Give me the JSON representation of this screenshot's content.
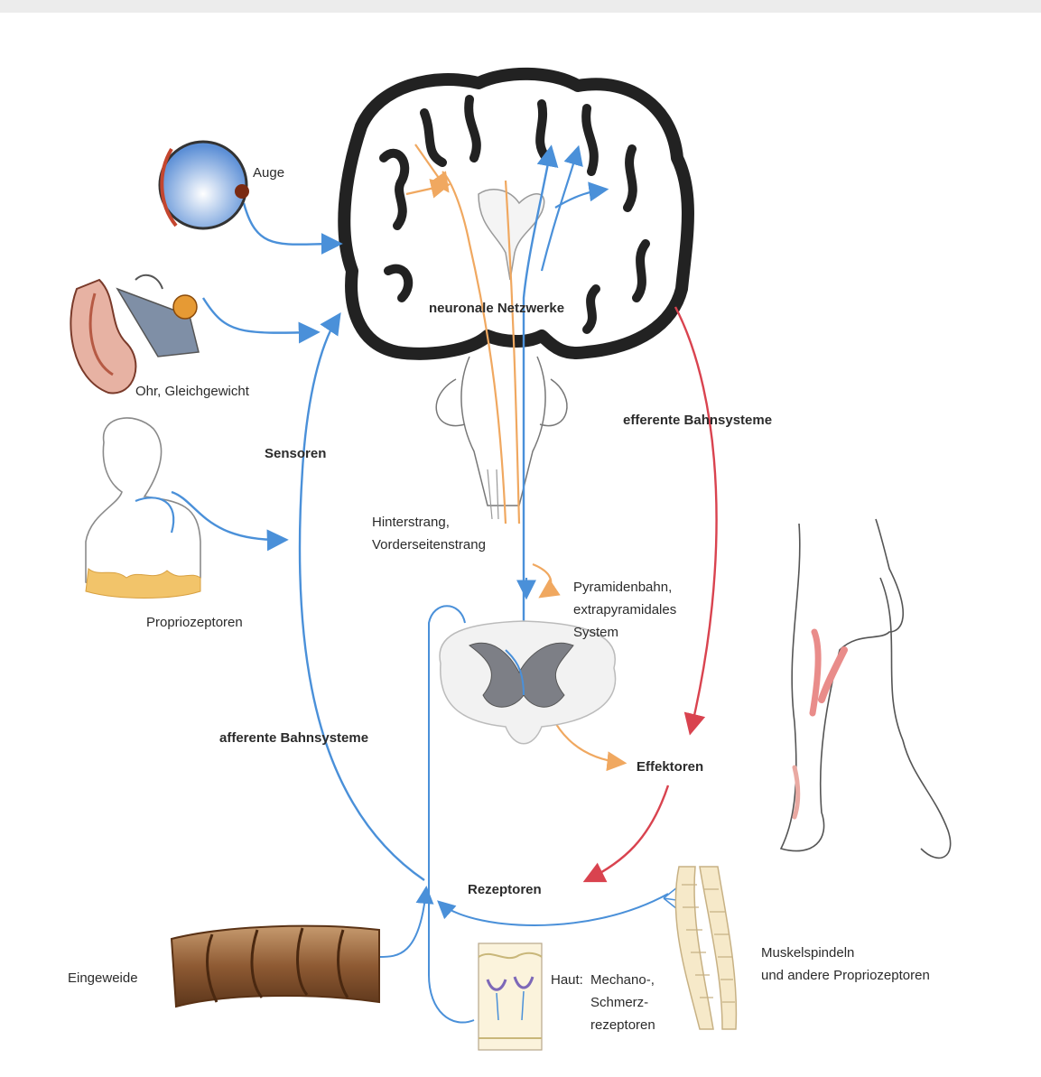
{
  "diagram": {
    "brain_label": "neuronale Netzwerke",
    "sensors": {
      "eye": "Auge",
      "ear": "Ohr, Gleichgewicht",
      "proprio": "Propriozeptoren",
      "sensors_heading": "Sensoren"
    },
    "pathways": {
      "afferent": "afferente Bahnsysteme",
      "efferent": "efferente Bahnsysteme",
      "hinterstrang_line1": "Hinterstrang,",
      "hinterstrang_line2": "Vorderseitenstrang",
      "pyramid_line1": "Pyramidenbahn,",
      "pyramid_line2": "extrapyramidales",
      "pyramid_line3": "System"
    },
    "effectors": "Effektoren",
    "receptors": "Rezeptoren",
    "bottom": {
      "viscera": "Eingeweide",
      "skin_line1": "Haut:",
      "skin_line2": "Mechano-,",
      "skin_line3": "Schmerz-",
      "skin_line4": "rezeptoren",
      "muscle_line1": "Muskelspindeln",
      "muscle_line2": "und andere Propriozeptoren"
    },
    "colors": {
      "afferent": "#4a90d9",
      "efferent": "#d9434f",
      "tract_orange": "#f0a860",
      "outline": "#222222"
    }
  }
}
